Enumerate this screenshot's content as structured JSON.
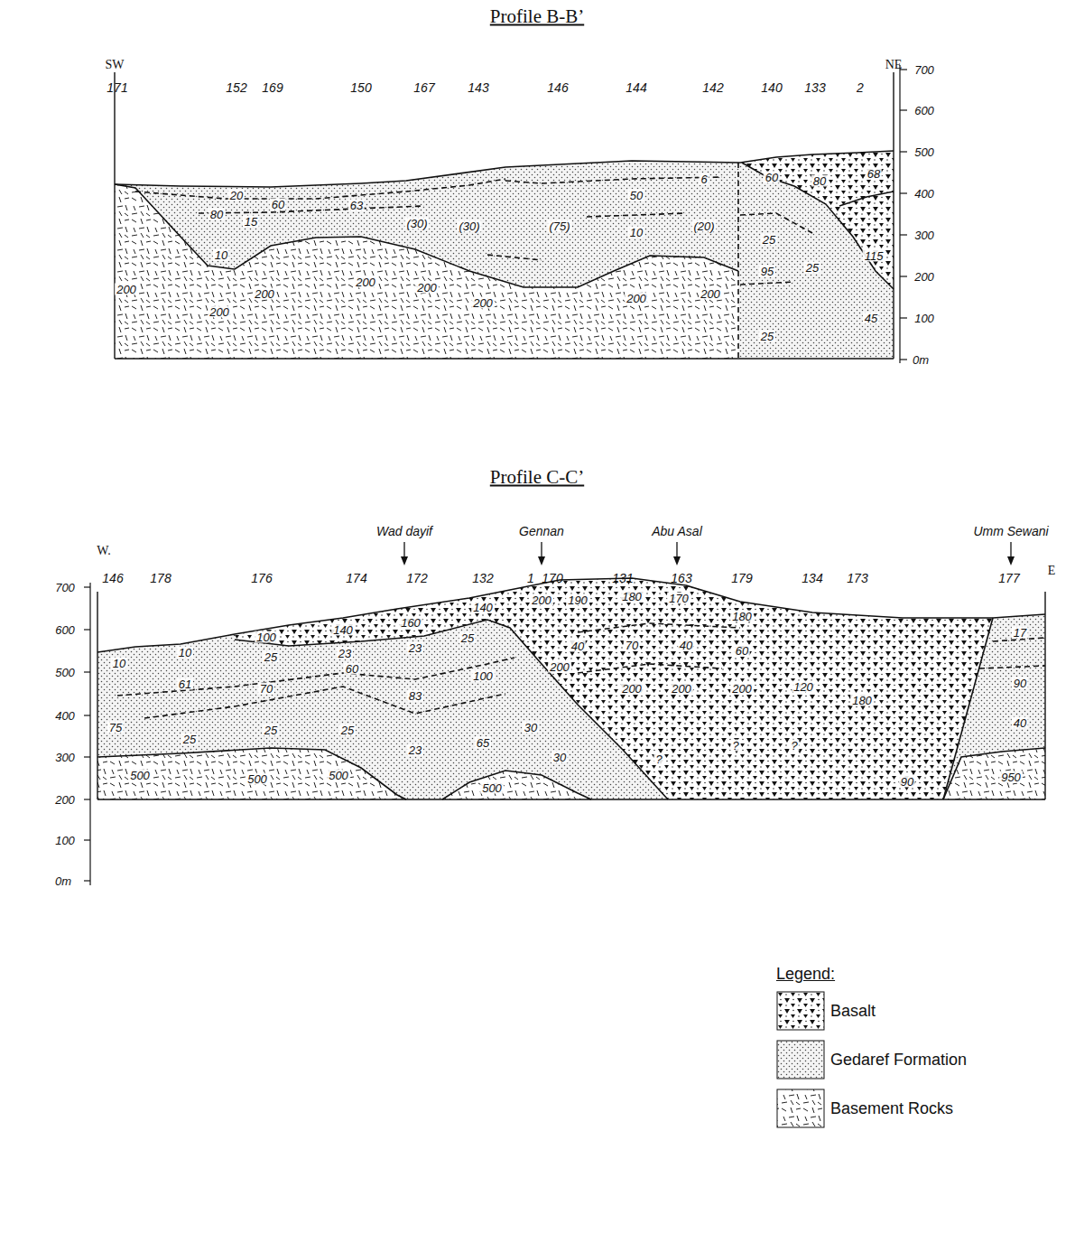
{
  "diagram": {
    "labels": [
      "Profile B-B’",
      "SW",
      "NE",
      "171",
      "152",
      "169",
      "150",
      "167",
      "143",
      "146",
      "144",
      "142",
      "140",
      "133",
      "2",
      "700",
      "600",
      "500",
      "400",
      "300",
      "200",
      "100",
      "0m",
      "20",
      "60",
      "80",
      "15",
      "63",
      "(30)",
      "(30)",
      "(75)",
      "50",
      "10",
      "(20)",
      "6",
      "10",
      "60",
      "80",
      "68",
      "25",
      "25",
      "115",
      "95",
      "25",
      "45",
      "200",
      "200",
      "200",
      "200",
      "200",
      "200",
      "200",
      "200",
      "Profile C-C’",
      "W.",
      "E",
      "Wad dayif",
      "Gennan",
      "Abu Asal",
      "Umm Sewani",
      "146",
      "178",
      "176",
      "174",
      "172",
      "132",
      "1",
      "170",
      "131",
      "163",
      "179",
      "134",
      "173",
      "177",
      "700",
      "600",
      "500",
      "400",
      "300",
      "200",
      "100",
      "0m",
      "10",
      "10",
      "61",
      "75",
      "25",
      "100",
      "25",
      "70",
      "25",
      "140",
      "23",
      "60",
      "25",
      "160",
      "23",
      "83",
      "23",
      "140",
      "25",
      "100",
      "65",
      "30",
      "30",
      "200",
      "190",
      "180",
      "170",
      "40",
      "70",
      "40",
      "60",
      "180",
      "200",
      "200",
      "200",
      "200",
      "120",
      "180",
      "90",
      "?",
      "?",
      "?",
      "17",
      "90",
      "40",
      "500",
      "500",
      "500",
      "500",
      "950",
      "Legend:"
    ],
    "legend": [
      {
        "text": "Basalt"
      },
      {
        "text": "Gedaref Formation"
      },
      {
        "text": "Basement Rocks"
      }
    ]
  }
}
